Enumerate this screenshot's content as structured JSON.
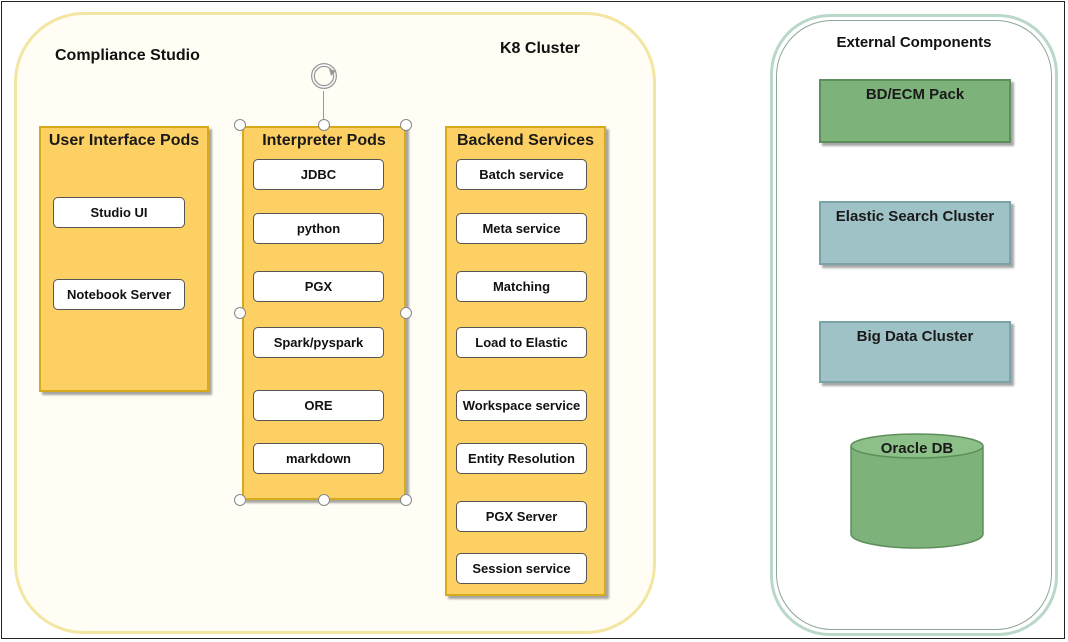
{
  "cluster": {
    "studio_label": "Compliance Studio",
    "k8_label": "K8 Cluster"
  },
  "ui_pods": {
    "title": "User Interface Pods",
    "items": [
      "Studio UI",
      "Notebook Server"
    ]
  },
  "interpreter_pods": {
    "title": "Interpreter Pods",
    "items": [
      "JDBC",
      "python",
      "PGX",
      "Spark/pyspark",
      "ORE",
      "markdown"
    ]
  },
  "backend_services": {
    "title": "Backend Services",
    "items": [
      "Batch service",
      "Meta service",
      "Matching",
      "Load to Elastic",
      "Workspace service",
      "Entity Resolution",
      "PGX Server",
      "Session service"
    ]
  },
  "external": {
    "title": "External Components",
    "items": [
      "BD/ECM Pack",
      "Elastic Search Cluster",
      "Big Data Cluster",
      "Oracle DB"
    ]
  },
  "colors": {
    "pod_fill": "#fcd063",
    "green_component": "#7db27a",
    "teal_component": "#9fc2c6",
    "cluster_border": "#f3e6a3",
    "external_border": "#b9d8c8"
  },
  "icons": [
    "rotate-icon",
    "database-cylinder-icon"
  ]
}
